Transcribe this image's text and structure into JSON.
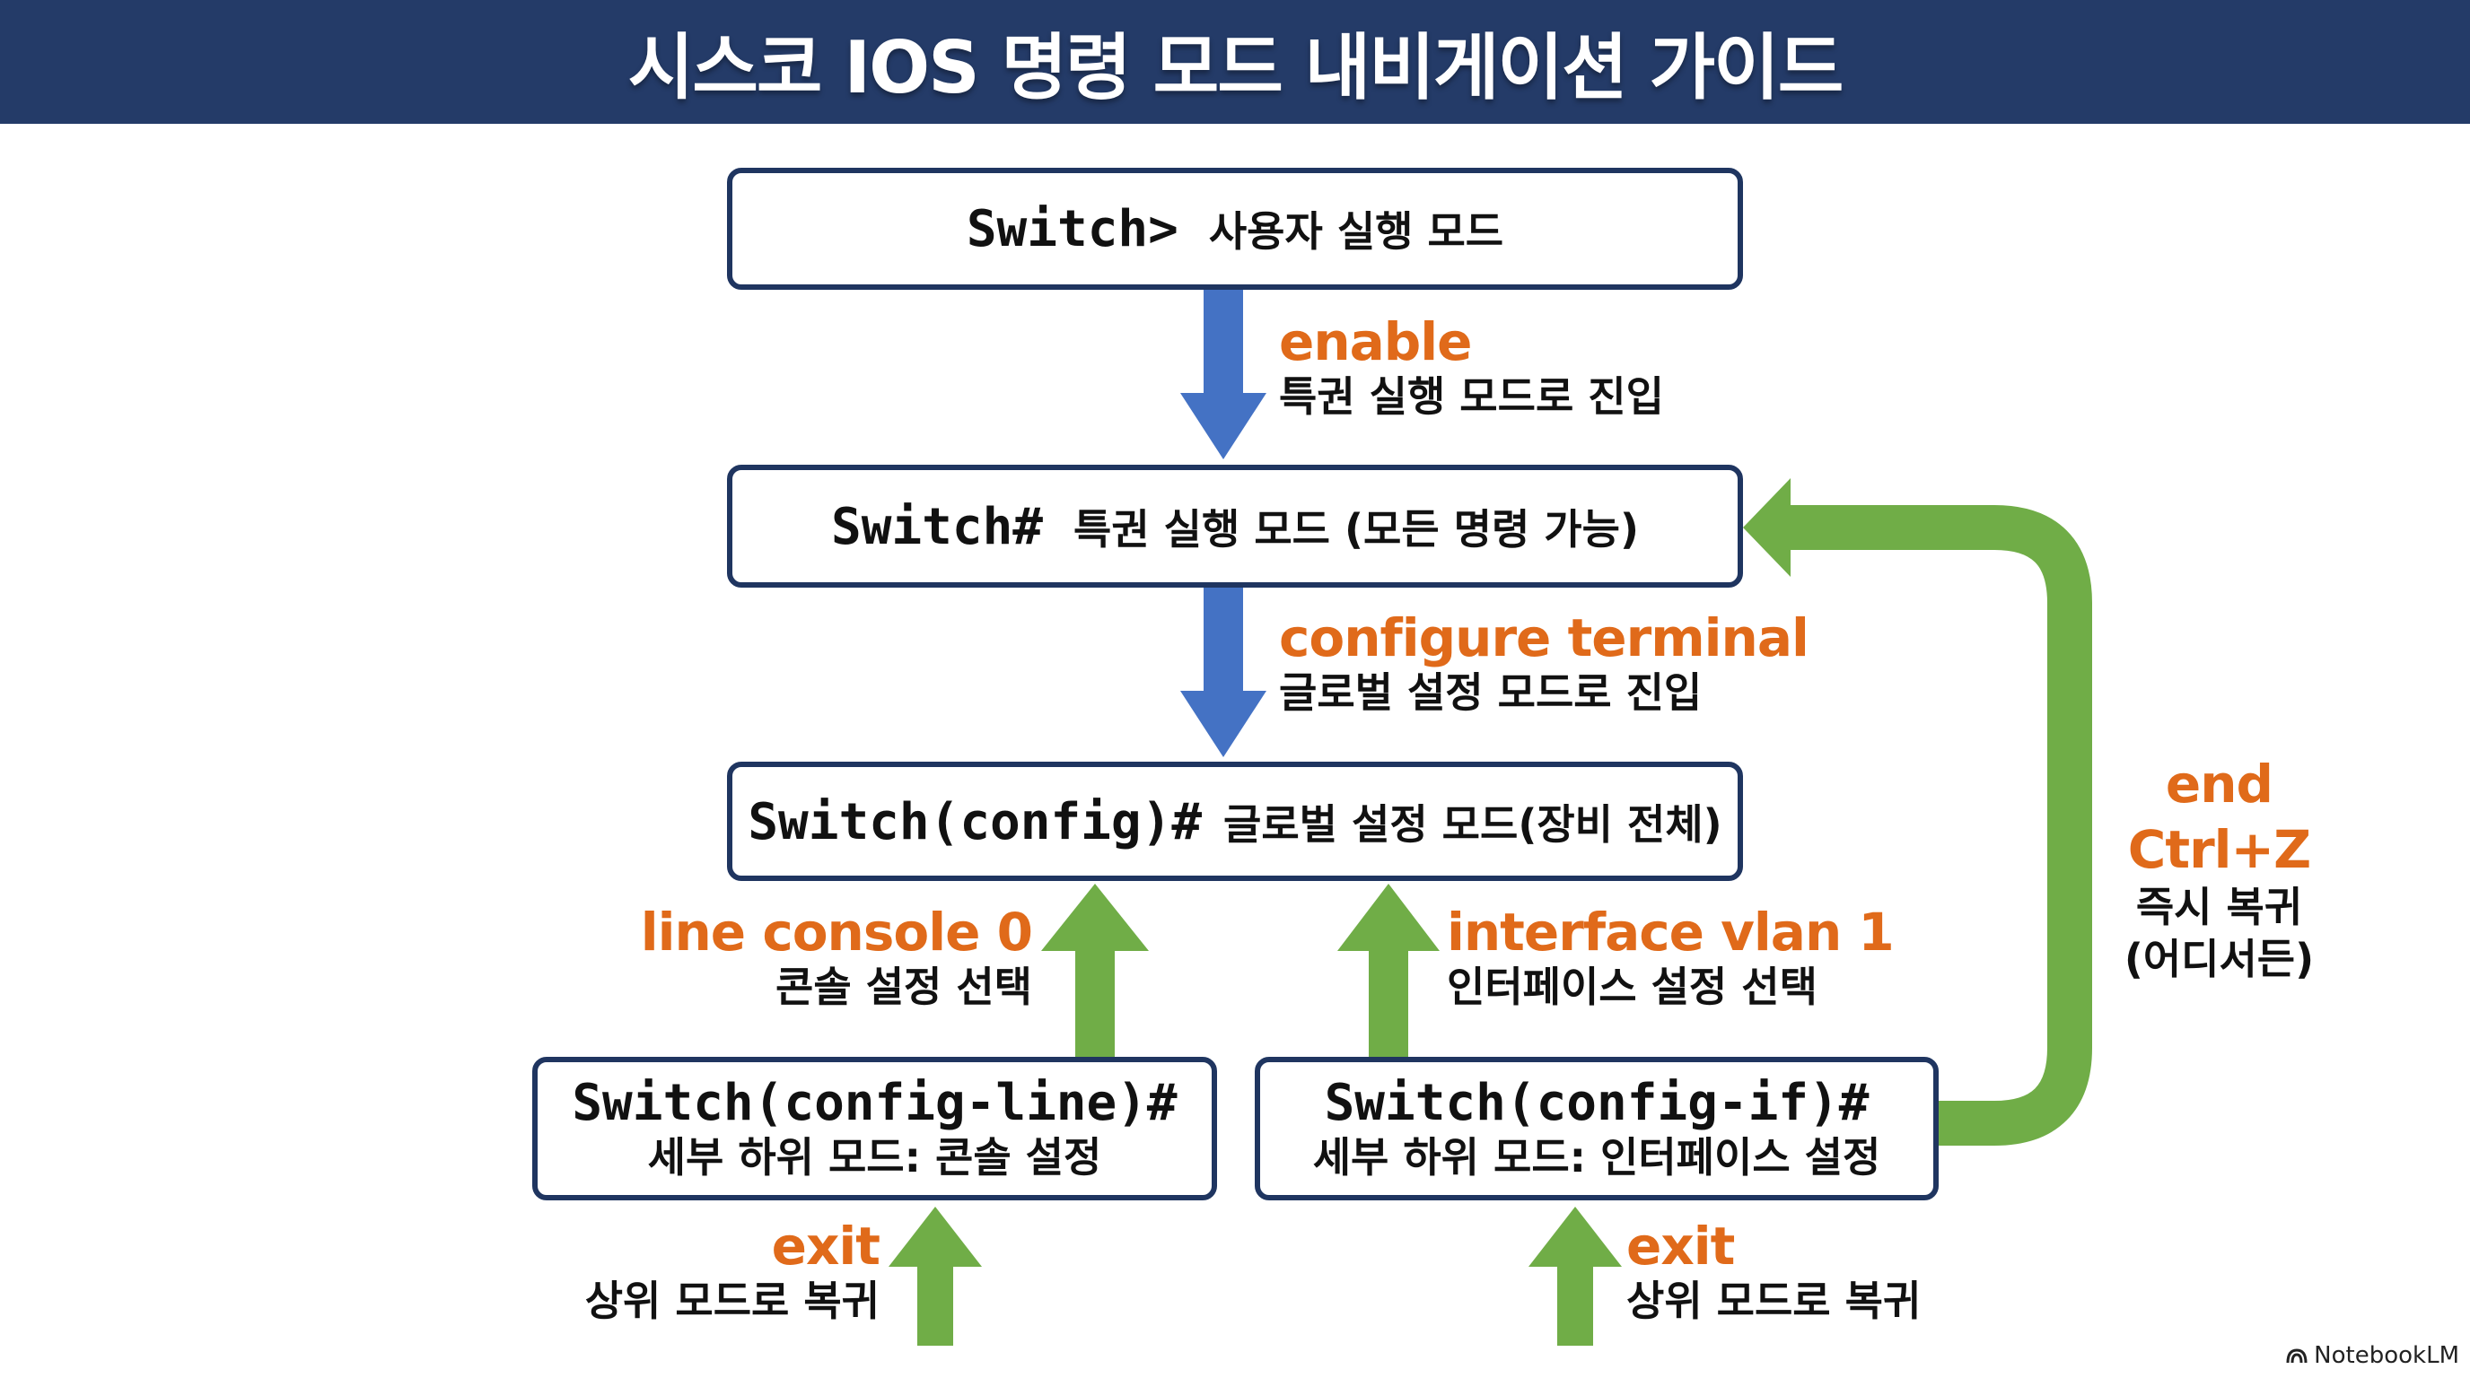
{
  "header": {
    "title": "시스코 IOS 명령 모드 내비게이션 가이드"
  },
  "modes": {
    "user_exec": {
      "prompt": "Switch>",
      "desc": "사용자 실행 모드"
    },
    "priv_exec": {
      "prompt": "Switch#",
      "desc": "특권 실행 모드 (모든 명령 가능)"
    },
    "global_config": {
      "prompt": "Switch(config)#",
      "desc": "글로벌 설정 모드(장비 전체)"
    },
    "config_line": {
      "prompt": "Switch(config-line)#",
      "desc": "세부 하위 모드: 콘솔 설정"
    },
    "config_if": {
      "prompt": "Switch(config-if)#",
      "desc": "세부 하위 모드: 인터페이스 설정"
    }
  },
  "transitions": {
    "enable": {
      "command": "enable",
      "desc": "특권 실행 모드로 진입"
    },
    "configure_terminal": {
      "command": "configure terminal",
      "desc": "글로벌 설정 모드로 진입"
    },
    "line_console": {
      "command": "line console 0",
      "desc": "콘솔 설정 선택"
    },
    "interface_vlan": {
      "command": "interface vlan 1",
      "desc": "인터페이스 설정 선택"
    },
    "exit_line": {
      "command": "exit",
      "desc": "상위 모드로 복귀"
    },
    "exit_if": {
      "command": "exit",
      "desc": "상위 모드로 복귀"
    },
    "end": {
      "command_1": "end",
      "command_2": "Ctrl+Z",
      "desc_1": "즉시 복귀",
      "desc_2": "(어디서든)"
    }
  },
  "colors": {
    "header_bg": "#243b68",
    "box_border": "#1f3560",
    "command_text": "#e06a1a",
    "arrow_down": "#4472c4",
    "arrow_up": "#70ad47"
  },
  "branding": {
    "label": "NotebookLM",
    "icon": "notebooklm-logo-icon"
  }
}
